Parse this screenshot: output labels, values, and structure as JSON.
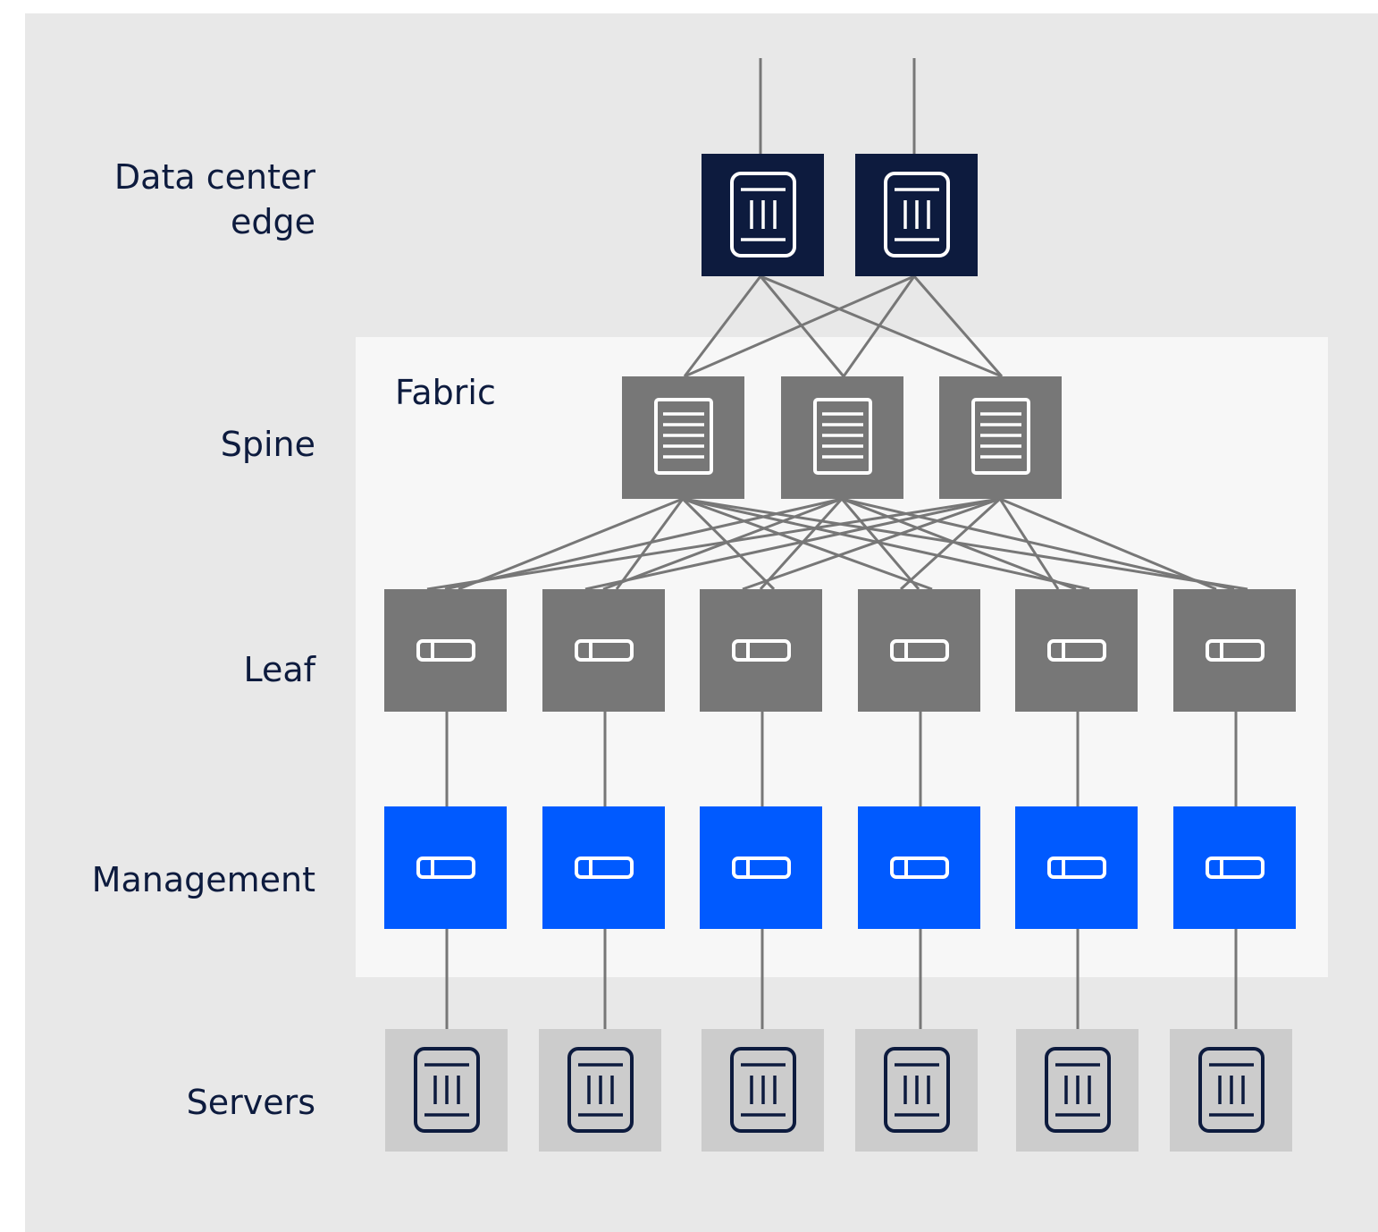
{
  "labels": {
    "edge_line1": "Data center",
    "edge_line2": "edge",
    "spine": "Spine",
    "leaf": "Leaf",
    "management": "Management",
    "servers": "Servers",
    "fabric": "Fabric"
  },
  "colors": {
    "canvas": "#e8e8e8",
    "fabric_panel": "#f7f7f7",
    "edge_node": "#0d1b3e",
    "spine_node": "#777777",
    "leaf_node": "#777777",
    "management_node": "#005aff",
    "server_node": "#cccccc",
    "link": "#777777",
    "text": "#0d1b3e"
  },
  "tiers": {
    "edge": {
      "count": 2,
      "icon": "router-icon"
    },
    "spine": {
      "count": 3,
      "icon": "document-lines-icon"
    },
    "leaf": {
      "count": 6,
      "icon": "switch-icon"
    },
    "management": {
      "count": 6,
      "icon": "switch-icon"
    },
    "servers": {
      "count": 6,
      "icon": "server-icon"
    }
  }
}
